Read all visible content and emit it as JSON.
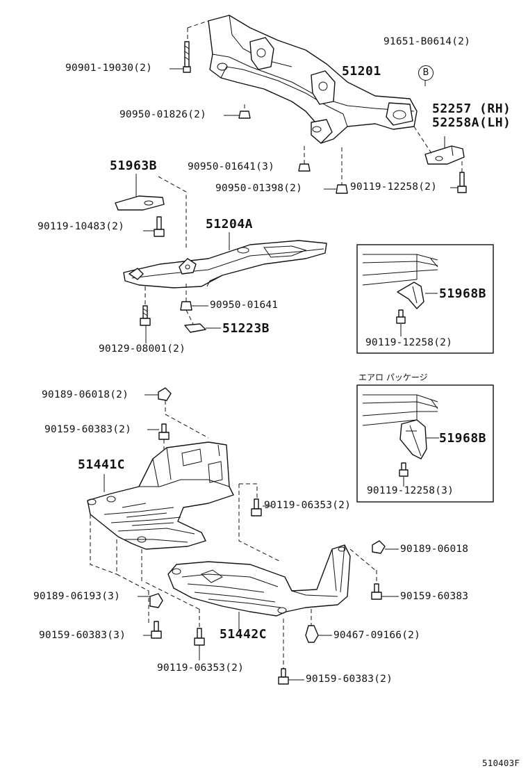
{
  "labels": {
    "p_90901_19030": "90901-19030(2)",
    "p_51201": "51201",
    "p_91651_b0614": "91651-B0614(2)",
    "ref_b": "B",
    "p_52257": "52257 (RH)",
    "p_52258a": "52258A(LH)",
    "p_90950_01826": "90950-01826(2)",
    "p_51963b": "51963B",
    "p_90950_01641_3": "90950-01641(3)",
    "p_90950_01398": "90950-01398(2)",
    "p_90119_12258_2_top": "90119-12258(2)",
    "p_90119_10483": "90119-10483(2)",
    "p_51204a": "51204A",
    "p_90950_01641": "90950-01641",
    "p_51223b": "51223B",
    "p_90129_08001": "90129-08001(2)",
    "p_51968b_1": "51968B",
    "p_90119_12258_2_box": "90119-12258(2)",
    "aero_package": "エアロ パッケージ",
    "p_51968b_2": "51968B",
    "p_90119_12258_3": "90119-12258(3)",
    "p_90189_06018_2": "90189-06018(2)",
    "p_90159_60383_2_left": "90159-60383(2)",
    "p_51441c": "51441C",
    "p_90119_06353_2_right": "90119-06353(2)",
    "p_90189_06018": "90189-06018",
    "p_90159_60383": "90159-60383",
    "p_90189_06193": "90189-06193(3)",
    "p_90159_60383_3": "90159-60383(3)",
    "p_51442c": "51442C",
    "p_90467_09166": "90467-09166(2)",
    "p_90119_06353_2_bottom": "90119-06353(2)",
    "p_90159_60383_2_bottom": "90159-60383(2)",
    "figure_code": "510403F"
  }
}
